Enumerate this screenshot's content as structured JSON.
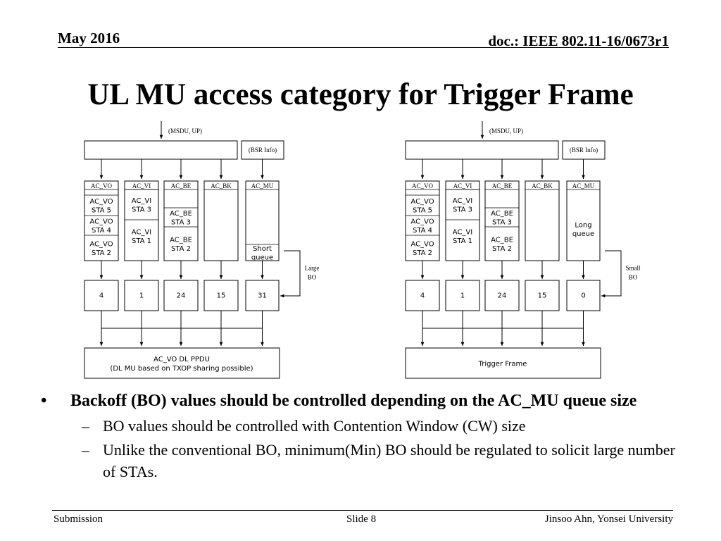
{
  "header": {
    "date": "May 2016",
    "doc": "doc.: IEEE 802.11-16/0673r1"
  },
  "slide": {
    "title": "UL MU access category for Trigger Frame"
  },
  "diagram": {
    "left": {
      "input_label": "(MSDU, UP)",
      "bsr_label": "(BSR Info)",
      "queues": [
        {
          "name": "AC_VO",
          "entries": [
            "AC_VO\nSTA 5",
            "AC_VO\nSTA 4",
            "AC_VO\nSTA 2"
          ]
        },
        {
          "name": "AC_VI",
          "entries": [
            "AC_VI\nSTA 3",
            "AC_VI\nSTA 1"
          ]
        },
        {
          "name": "AC_BE",
          "entries": [
            "AC_BE\nSTA 3",
            "AC_BE\nSTA 2"
          ]
        },
        {
          "name": "AC_BK",
          "entries": []
        },
        {
          "name": "AC_MU",
          "entries": [
            "Short\nqueue"
          ]
        }
      ],
      "bo_note": "Large\nBO",
      "backoffs": [
        "4",
        "1",
        "24",
        "15",
        "31"
      ],
      "output": "AC_VO DL PPDU\n(DL MU based on TXOP sharing possible)"
    },
    "right": {
      "input_label": "(MSDU, UP)",
      "bsr_label": "(BSR Info)",
      "queues": [
        {
          "name": "AC_VO",
          "entries": [
            "AC_VO\nSTA 5",
            "AC_VO\nSTA 4",
            "AC_VO\nSTA 2"
          ]
        },
        {
          "name": "AC_VI",
          "entries": [
            "AC_VI\nSTA 3",
            "AC_VI\nSTA 1"
          ]
        },
        {
          "name": "AC_BE",
          "entries": [
            "AC_BE\nSTA 3",
            "AC_BE\nSTA 2"
          ]
        },
        {
          "name": "AC_BK",
          "entries": []
        },
        {
          "name": "AC_MU",
          "entries": [
            "Long\nqueue"
          ]
        }
      ],
      "bo_note": "Small\nBO",
      "backoffs": [
        "4",
        "1",
        "24",
        "15",
        "0"
      ],
      "output": "Trigger Frame"
    }
  },
  "bullets": {
    "main": "Backoff (BO) values should be controlled depending on the AC_MU queue size",
    "sub1": "BO values should be controlled with Contention Window (CW) size",
    "sub2": "Unlike the conventional BO, minimum(Min) BO should be regulated to solicit large number of STAs."
  },
  "footer": {
    "left": "Submission",
    "center": "Slide 8",
    "right": "Jinsoo Ahn, Yonsei University"
  }
}
